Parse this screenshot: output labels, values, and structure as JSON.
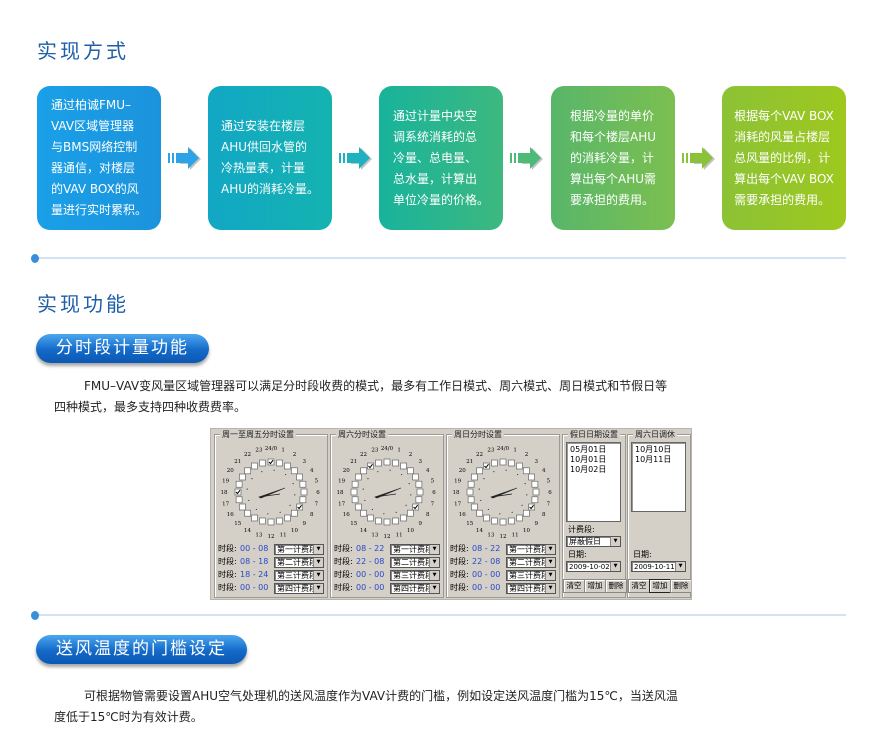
{
  "section1": {
    "title": "实现方式",
    "steps": [
      {
        "lines": [
          "通过柏诚FMU–",
          "VAV区域管理器",
          "与BMS网络控制",
          "器通信，对楼层",
          "的VAV BOX的风",
          "量进行实时累积。"
        ],
        "color_from": "#1aa0e8",
        "color_to": "#1b93dc"
      },
      {
        "lines": [
          "通过安装在楼层",
          "AHU供回水管的",
          "冷热量表，计量",
          "AHU的消耗冷量。"
        ],
        "color_from": "#12a7c5",
        "color_to": "#14b3b0"
      },
      {
        "lines": [
          "通过计量中央空",
          "调系统消耗的总",
          "冷量、总电量、",
          "总水量，计算出",
          "单位冷量的价格。"
        ],
        "color_from": "#18b39c",
        "color_to": "#3db87f"
      },
      {
        "lines": [
          "根据冷量的单价",
          "和每个楼层AHU",
          "的消耗冷量，计",
          "算出每个AHU需",
          "要承担的费用。"
        ],
        "color_from": "#58b66a",
        "color_to": "#7cbf50"
      },
      {
        "lines": [
          "根据每个VAV BOX",
          "消耗的风量占楼层",
          "总风量的比例，计",
          "算出每个VAV BOX",
          "需要承担的费用。"
        ],
        "color_from": "#8cc236",
        "color_to": "#9ec81e"
      }
    ],
    "arrow_colors": [
      "#2ba3e6",
      "#1cb2c0",
      "#4cbb78",
      "#8cc23a"
    ]
  },
  "section2": {
    "title": "实现功能",
    "sub1": {
      "label": "分时段计量功能",
      "paragraph_line1": "FMU–VAV变风量区域管理器可以满足分时段收费的模式，最多有工作日模式、周六模式、周日模式和节假日等",
      "paragraph_line2": "四种模式，最多支持四种收费费率。"
    },
    "sub2": {
      "label": "送风温度的门槛设定",
      "paragraph_line1": "可根据物管需要设置AHU空气处理机的送风温度作为VAV计费的门槛，例如设定送风温度门槛为15℃，当送风温",
      "paragraph_line2": "度低于15℃时为有效计费。"
    }
  },
  "settings_panel": {
    "hour_labels": [
      "24/0",
      "1",
      "2",
      "3",
      "4",
      "5",
      "6",
      "7",
      "8",
      "9",
      "10",
      "11",
      "12",
      "13",
      "14",
      "15",
      "16",
      "17",
      "18",
      "19",
      "20",
      "21",
      "22",
      "23"
    ],
    "period_label": "时段:",
    "clocks": [
      {
        "title": "周一至周五分时设置",
        "checked_hours": [
          0,
          8,
          18
        ],
        "periods": [
          {
            "range": "00 - 08",
            "tier": "第一计费段"
          },
          {
            "range": "08 - 18",
            "tier": "第二计费段"
          },
          {
            "range": "18 - 24",
            "tier": "第三计费段"
          },
          {
            "range": "00 - 00",
            "tier": "第四计费段"
          }
        ]
      },
      {
        "title": "周六分时设置",
        "checked_hours": [
          8,
          22
        ],
        "periods": [
          {
            "range": "08 - 22",
            "tier": "第一计费段"
          },
          {
            "range": "22 - 08",
            "tier": "第二计费段"
          },
          {
            "range": "00 - 00",
            "tier": "第三计费段"
          },
          {
            "range": "00 - 00",
            "tier": "第四计费段"
          }
        ]
      },
      {
        "title": "周日分时设置",
        "checked_hours": [
          8,
          22
        ],
        "periods": [
          {
            "range": "08 - 22",
            "tier": "第一计费段"
          },
          {
            "range": "22 - 08",
            "tier": "第二计费段"
          },
          {
            "range": "00 - 00",
            "tier": "第三计费段"
          },
          {
            "range": "00 - 00",
            "tier": "第四计费段"
          }
        ]
      }
    ],
    "holiday": {
      "title": "假日日期设置",
      "dates": [
        "05月01日",
        "10月01日",
        "10月02日"
      ],
      "tier_label": "计费段:",
      "tier_value": "屏蔽假日",
      "date_label": "日期:",
      "date_value": "2009-10-02",
      "buttons": [
        "清空",
        "增加",
        "删除"
      ]
    },
    "workday_swap": {
      "title": "周六日调休",
      "dates": [
        "10月10日",
        "10月11日"
      ],
      "date_label": "日期:",
      "date_value": "2009-10-11",
      "buttons": [
        "清空",
        "增加",
        "删除"
      ]
    }
  }
}
